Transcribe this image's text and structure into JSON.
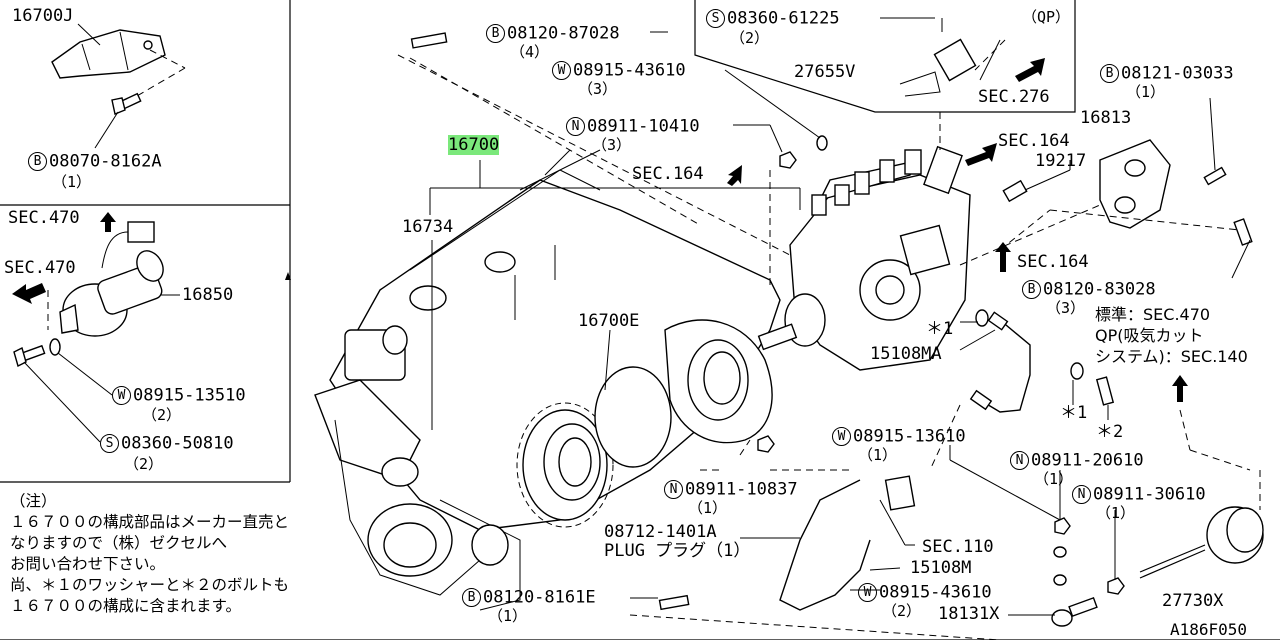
{
  "labels": {
    "p16700J": "16700J",
    "p08070": "08070-8162A",
    "p08070_q": "（1）",
    "sec470_a": "SEC.470",
    "sec470_b": "SEC.470",
    "p16850": "16850",
    "w08915_13510": "08915-13510",
    "w08915_13510_q": "（2）",
    "s08360_50810": "08360-50810",
    "s08360_50810_q": "（2）",
    "b08120_87028": "08120-87028",
    "b08120_87028_q": "（4）",
    "w08915_43610a": "08915-43610",
    "w08915_43610a_q": "（3）",
    "n08911_10410": "08911-10410",
    "n08911_10410_q": "（3）",
    "p16700": "16700",
    "sec164_a": "SEC.164",
    "p16734": "16734",
    "p16700E": "16700E",
    "s08360_61225": "08360-61225",
    "s08360_61225_q": "（2）",
    "op": "（QP）",
    "p27655V": "27655V",
    "sec276": "SEC.276",
    "sec164_b": "SEC.164",
    "p19217": "19217",
    "sec164_c": "SEC.164",
    "b08121_03033": "08121-03033",
    "b08121_03033_q": "（1）",
    "p16813": "16813",
    "b08120_83028": "08120-83028",
    "b08120_83028_q": "（3）",
    "std_line1": "標準：SEC.470",
    "std_line2": "QP(吸気カット",
    "std_line3": "システム)：SEC.140",
    "star1a": "＊1",
    "p15108MA": "15108MA",
    "star1b": "＊1",
    "star2": "＊2",
    "w08915_13610": "08915-13610",
    "w08915_13610_q": "（1）",
    "n08911_20610": "08911-20610",
    "n08911_20610_q": "（1）",
    "n08911_30610": "08911-30610",
    "n08911_30610_q": "（1）",
    "n08911_10837": "08911-10837",
    "n08911_10837_q": "（1）",
    "p08712": "08712-1401A",
    "plug": "PLUG プラグ（1）",
    "sec110": "SEC.110",
    "p15108M": "15108M",
    "w08915_43610b": "08915-43610",
    "w08915_43610b_q": "（2）",
    "p18131X": "18131X",
    "p27730X": "27730X",
    "b08120_8161E": "08120-8161E",
    "b08120_8161E_q": "（1）",
    "figure_id": "A186F050",
    "circle_B": "B",
    "circle_W": "W",
    "circle_S": "S",
    "circle_N": "N"
  },
  "note": {
    "line1": "（注）",
    "line2": "１６７００の構成部品はメーカー直売と",
    "line3": "なりますので（株）ゼクセルへ",
    "line4": "お問い合わせ下さい。",
    "line5": "尚、＊１のワッシャーと＊２のボルトも",
    "line6": "１６７００の構成に含まれます。"
  },
  "colors": {
    "highlight": "#7be87b",
    "ink": "#000000"
  }
}
